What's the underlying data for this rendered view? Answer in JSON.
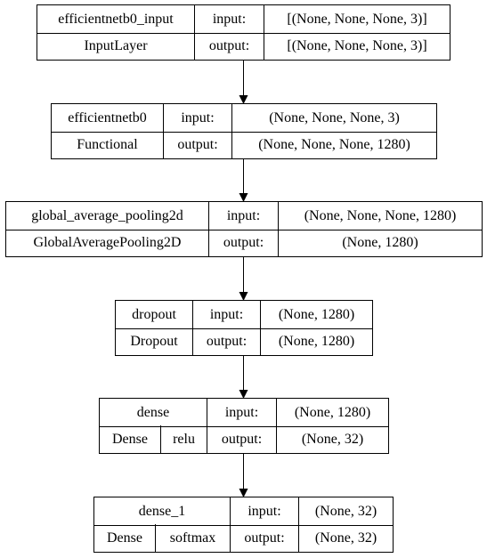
{
  "layers": [
    {
      "name": "efficientnetb0_input",
      "type": "InputLayer",
      "activation": "",
      "input_label": "input:",
      "output_label": "output:",
      "input_shape": "[(None, None, None, 3)]",
      "output_shape": "[(None, None, None, 3)]"
    },
    {
      "name": "efficientnetb0",
      "type": "Functional",
      "activation": "",
      "input_label": "input:",
      "output_label": "output:",
      "input_shape": "(None, None, None, 3)",
      "output_shape": "(None, None, None, 1280)"
    },
    {
      "name": "global_average_pooling2d",
      "type": "GlobalAveragePooling2D",
      "activation": "",
      "input_label": "input:",
      "output_label": "output:",
      "input_shape": "(None, None, None, 1280)",
      "output_shape": "(None, 1280)"
    },
    {
      "name": "dropout",
      "type": "Dropout",
      "activation": "",
      "input_label": "input:",
      "output_label": "output:",
      "input_shape": "(None, 1280)",
      "output_shape": "(None, 1280)"
    },
    {
      "name": "dense",
      "type": "Dense",
      "activation": "relu",
      "input_label": "input:",
      "output_label": "output:",
      "input_shape": "(None, 1280)",
      "output_shape": "(None, 32)"
    },
    {
      "name": "dense_1",
      "type": "Dense",
      "activation": "softmax",
      "input_label": "input:",
      "output_label": "output:",
      "input_shape": "(None, 32)",
      "output_shape": "(None, 32)"
    }
  ]
}
